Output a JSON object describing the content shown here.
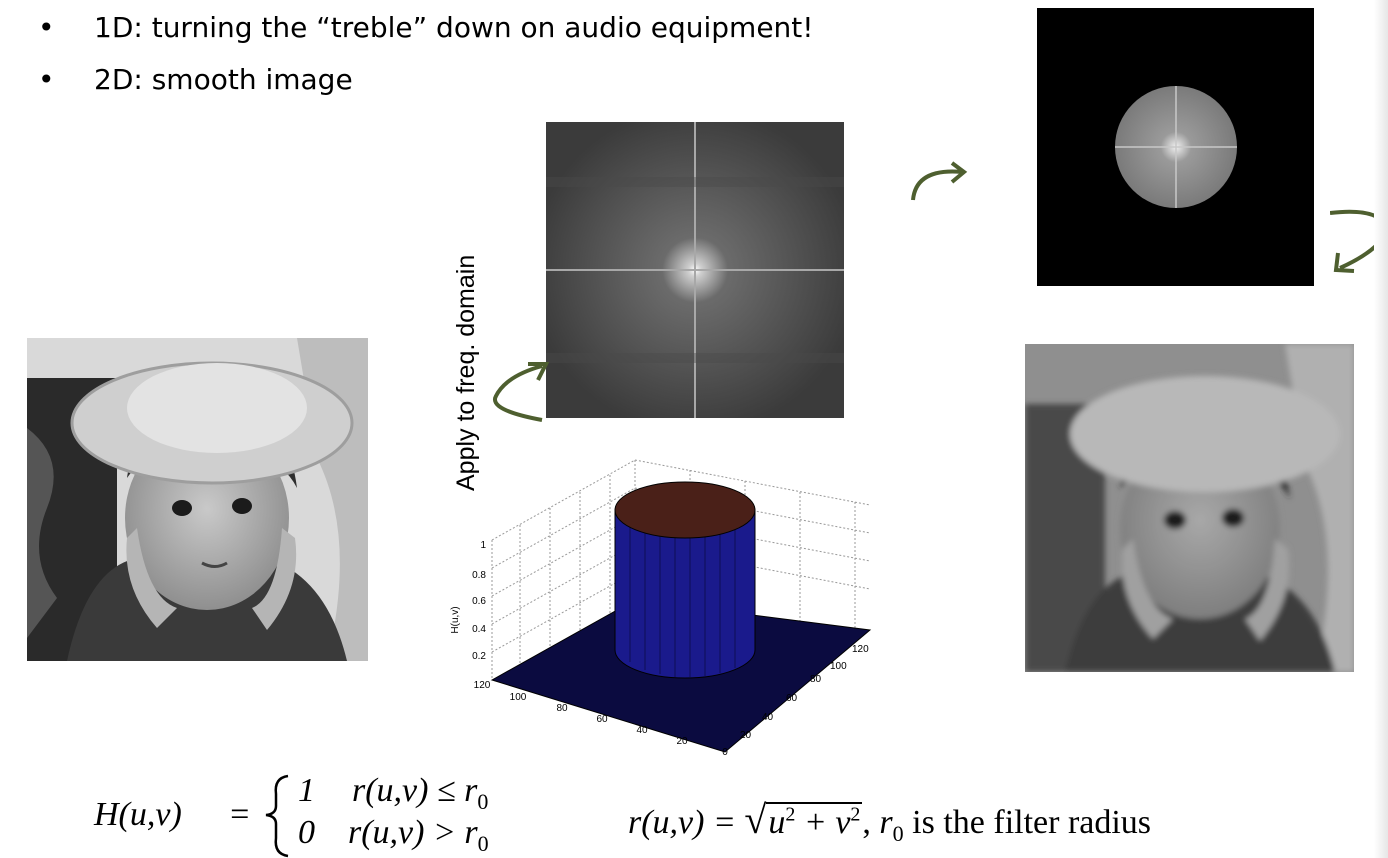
{
  "bullets": [
    {
      "symbol": "•",
      "text": "1D: turning the “treble” down on audio equipment!"
    },
    {
      "symbol": "•",
      "text": "2D: smooth image"
    }
  ],
  "rotated_label": "Apply to freq. domain",
  "plot": {
    "ylabel": "H(u,v)",
    "z_ticks": [
      "1",
      "0.8",
      "0.6",
      "0.4",
      "0.2"
    ],
    "x_ticks": [
      "120",
      "100",
      "80",
      "60",
      "40",
      "20",
      "0"
    ],
    "y_ticks": [
      "20",
      "40",
      "60",
      "80",
      "100",
      "120"
    ]
  },
  "formula_left": {
    "lhs": "H(u,v)",
    "eq": "=",
    "top_val": "1",
    "top_cond": "r(u,v) ≤ r",
    "top_sub": "0",
    "bot_val": "0",
    "bot_cond": "r(u,v) > r",
    "bot_sub": "0"
  },
  "formula_right": {
    "lhs": "r(u,v) =",
    "radicand": "u",
    "sup1": "2",
    "plus": " + v",
    "sup2": "2",
    "tail_var": "r",
    "tail_sub": "0",
    "tail_text": "is the filter radius"
  },
  "colors": {
    "arrow": "#4e5f2f",
    "cylinder": "#1a1a8c",
    "cylinder_top": "#4a2018",
    "base": "#0b0b40"
  }
}
